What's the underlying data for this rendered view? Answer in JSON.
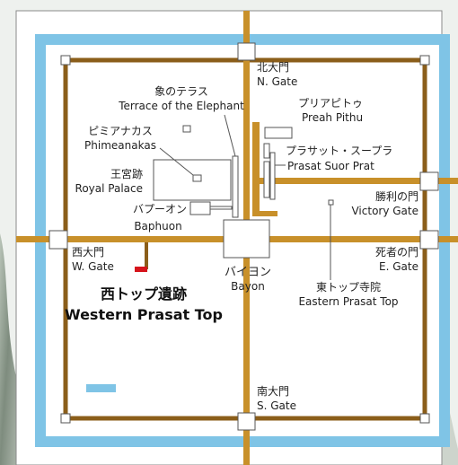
{
  "colors": {
    "moat": "#7fc4e6",
    "wall": "#8b5e1a",
    "road": "#c8902a",
    "paper": "#ffffff",
    "marker": "#d6141c"
  },
  "gates": {
    "north": {
      "ja": "北大門",
      "en": "N. Gate"
    },
    "south": {
      "ja": "南大門",
      "en": "S. Gate"
    },
    "west": {
      "ja": "西大門",
      "en": "W. Gate"
    },
    "east": {
      "ja": "死者の門",
      "en": "E. Gate"
    },
    "victory": {
      "ja": "勝利の門",
      "en": "Victory Gate"
    }
  },
  "sites": {
    "elephant": {
      "ja": "象のテラス",
      "en": "Terrace of the Elephant"
    },
    "phimeanakas": {
      "ja": "ピミアナカス",
      "en": "Phimeanakas"
    },
    "royal_palace": {
      "ja": "王宮跡",
      "en": "Royal Palace"
    },
    "baphuon": {
      "ja": "バプーオン",
      "en": "Baphuon"
    },
    "preah_pithu": {
      "ja": "プリアピトゥ",
      "en": "Preah Pithu"
    },
    "suor_prat": {
      "ja": "プラサット・スープラ",
      "en": "Prasat Suor Prat"
    },
    "bayon": {
      "ja": "バイヨン",
      "en": "Bayon"
    },
    "east_prasat_top": {
      "ja": "東トップ寺院",
      "en": "Eastern Prasat Top"
    },
    "west_prasat_top": {
      "ja": "西トップ遺跡",
      "en": "Western Prasat Top"
    }
  }
}
